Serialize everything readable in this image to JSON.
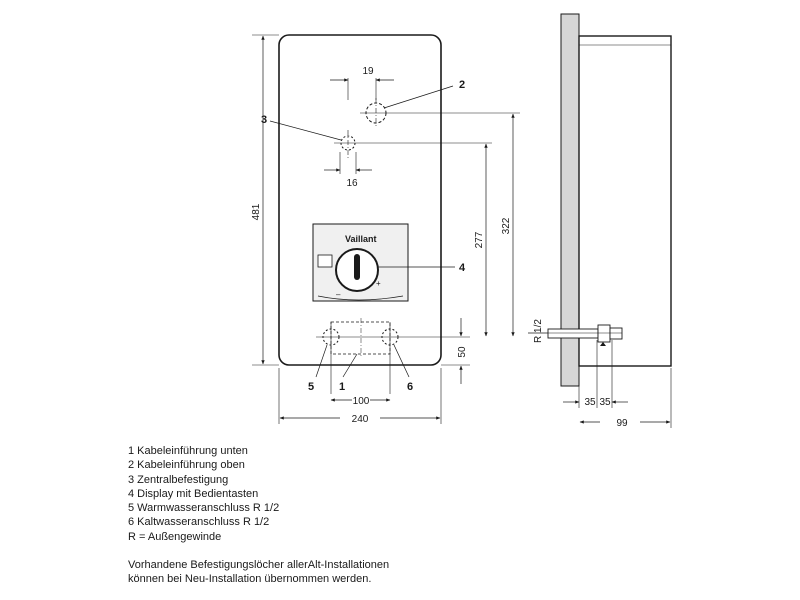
{
  "dimensions": {
    "d19": "19",
    "d16": "16",
    "d481": "481",
    "d277": "277",
    "d322": "322",
    "d50": "50",
    "d100": "100",
    "d240": "240",
    "d35a": "35",
    "d35b": "35",
    "d99": "99",
    "thread": "R 1/2"
  },
  "callouts": {
    "c1": "1",
    "c2": "2",
    "c3": "3",
    "c4": "4",
    "c5": "5",
    "c6": "6"
  },
  "brand": "Vaillant",
  "legend": [
    "1  Kabeleinführung unten",
    "2  Kabeleinführung oben",
    "3  Zentralbefestigung",
    "4  Display mit Bedientasten",
    "5  Warmwasseranschluss R 1/2",
    "6  Kaltwasseranschluss R 1/2",
    "R  = Außengewinde"
  ],
  "note": [
    "Vorhandene Befestigungslöcher allerAlt-Installationen",
    "können bei Neu-Installation übernommen werden."
  ]
}
